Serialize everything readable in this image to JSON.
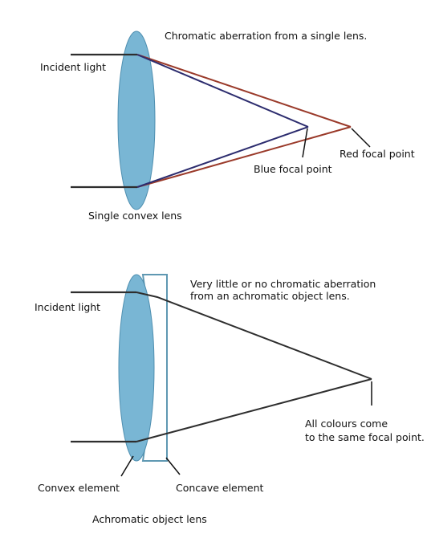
{
  "top": {
    "title": "Chromatic aberration from a single lens.",
    "incident_label": "Incident light",
    "lens_label": "Single convex lens",
    "blue_focal_label": "Blue focal point",
    "red_focal_label": "Red focal point"
  },
  "bottom": {
    "title_line1": "Very little or no chromatic aberration",
    "title_line2": "from an achromatic object lens.",
    "incident_label": "Incident light",
    "focal_line1": "All colours come",
    "focal_line2": "to the same focal point.",
    "convex_label": "Convex element",
    "concave_label": "Concave element",
    "caption": "Achromatic object lens"
  },
  "colors": {
    "lens_fill": "#79b6d4",
    "lens_edge": "#4f8fb0",
    "blue_ray": "#2c2c6e",
    "red_ray": "#9a3a2a",
    "dark_ray": "#2e2e2e",
    "concave_edge": "#5f98b2"
  }
}
